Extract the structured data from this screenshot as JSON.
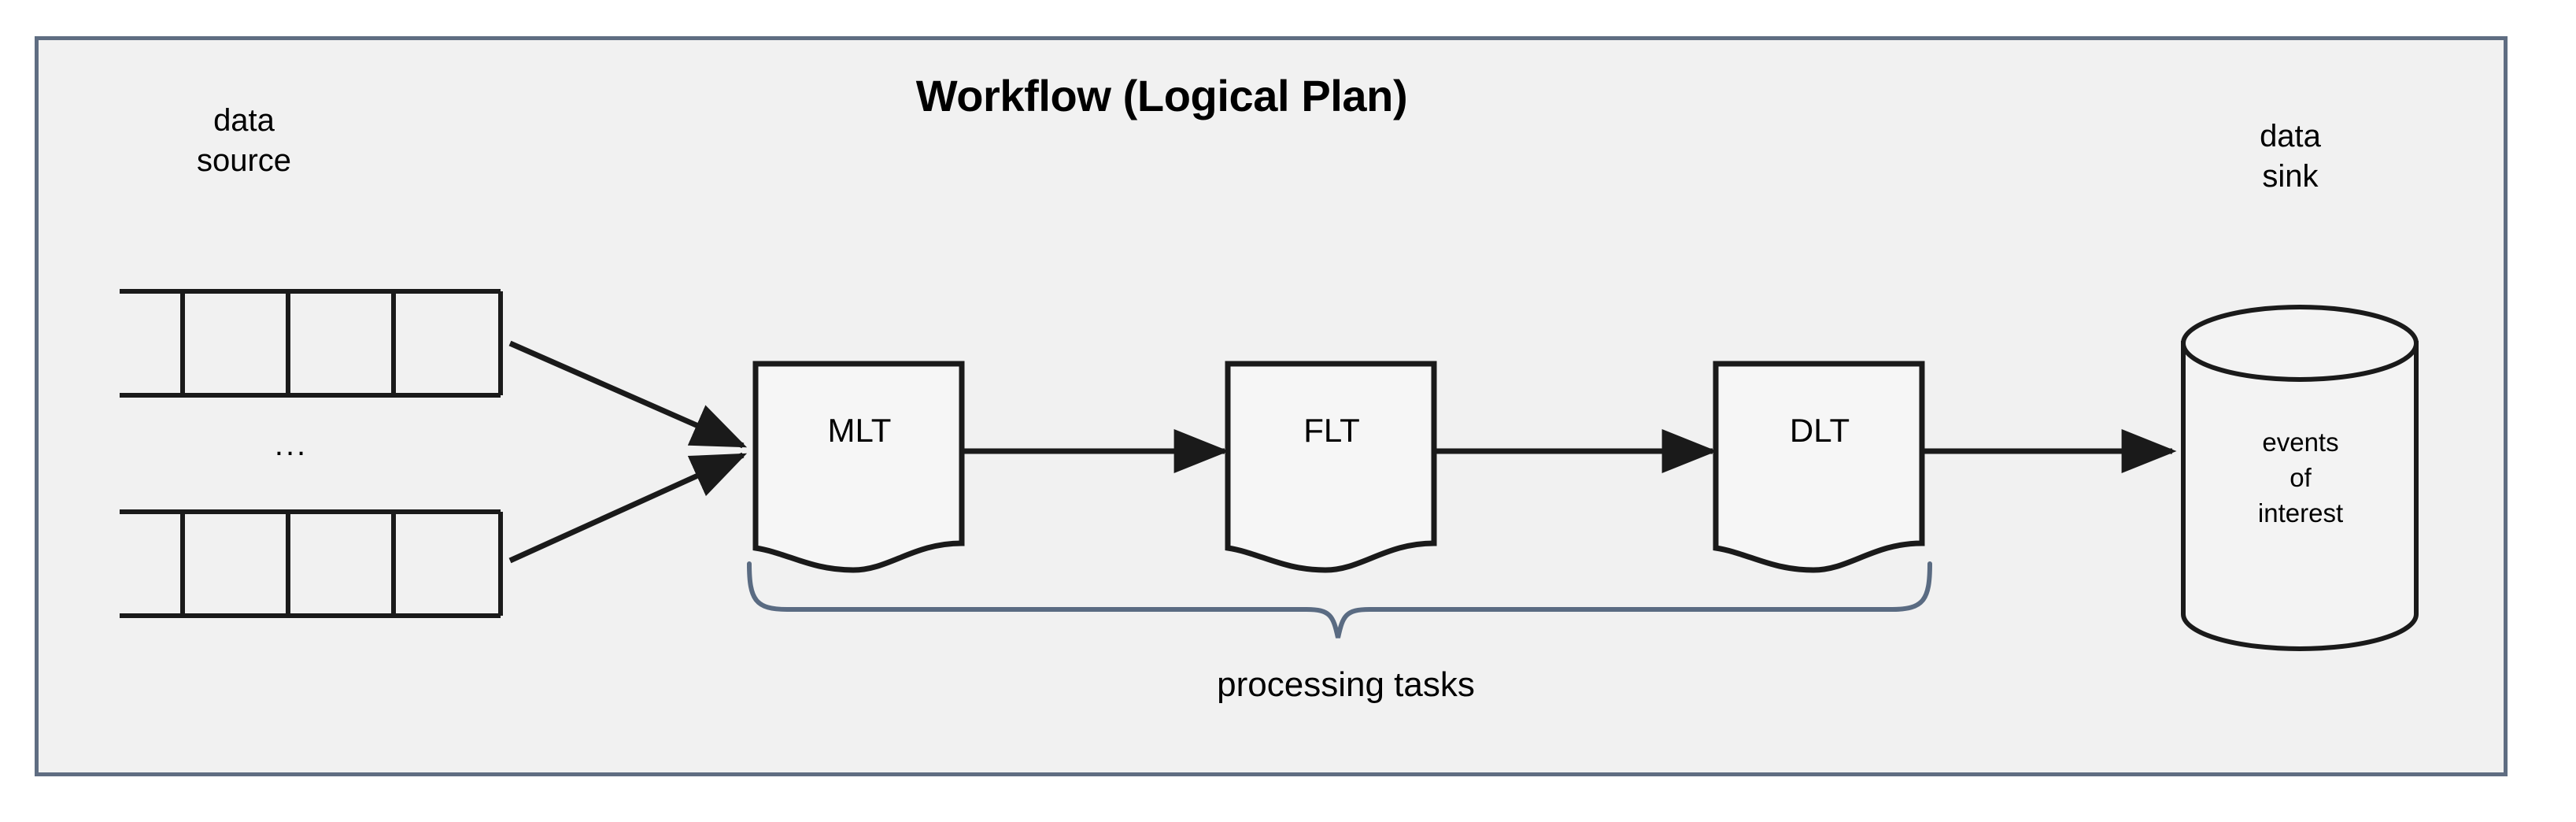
{
  "figure": {
    "title": "Workflow (Logical Plan)",
    "frame": {
      "border_color": "#5f6d82",
      "fill_color": "#f1f1f1"
    },
    "page_background": "#ffffff"
  },
  "source": {
    "label_line1": "data",
    "label_line2": "source",
    "label": "data\nsource",
    "ellipsis": "...",
    "tables": [
      {
        "name": "source-table-top",
        "cells": 3
      },
      {
        "name": "source-table-bottom",
        "cells": 3
      }
    ]
  },
  "pipeline": {
    "nodes": [
      {
        "id": "mlt",
        "label": "MLT",
        "shape": "document"
      },
      {
        "id": "flt",
        "label": "FLT",
        "shape": "document"
      },
      {
        "id": "dlt",
        "label": "DLT",
        "shape": "document"
      }
    ],
    "brace_label": "processing tasks",
    "brace_color": "#5a6b82",
    "connector_color": "#1a1a1a"
  },
  "sink": {
    "label_line1": "data",
    "label_line2": "sink",
    "label": "data\nsink",
    "shape": "cylinder",
    "text_line1": "events",
    "text_line2": "of",
    "text_line3": "interest",
    "text": "events\nof\ninterest"
  }
}
